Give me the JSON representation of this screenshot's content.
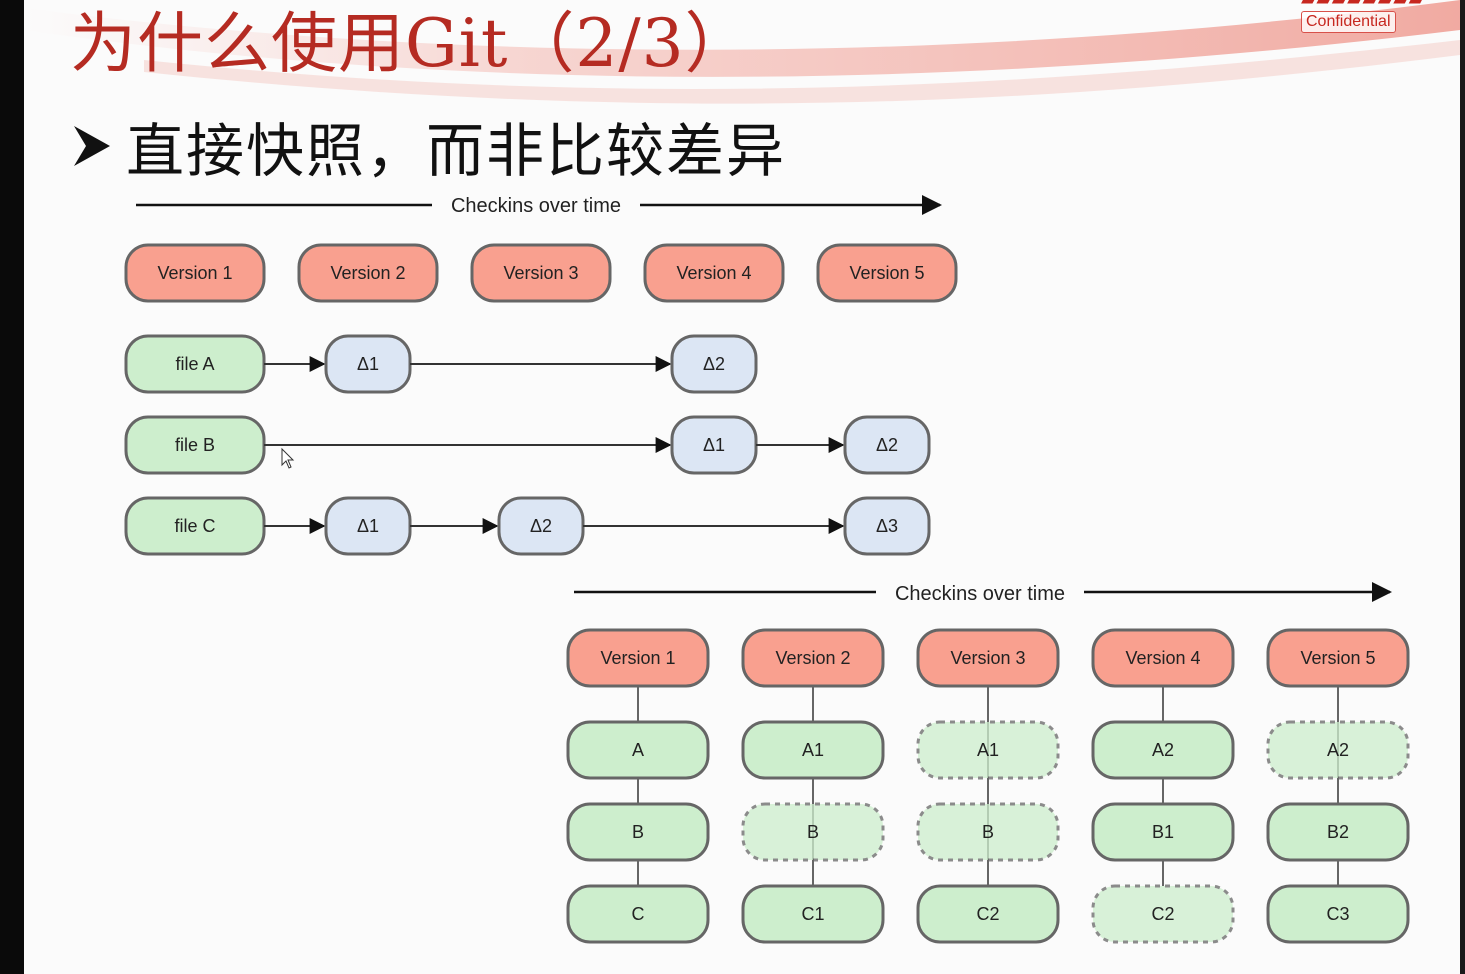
{
  "slide": {
    "title": "为什么使用Git（2/3）",
    "bullet": "直接快照，而非比较差异",
    "confidential_label": "Confidential",
    "accent_color": "#b52b22"
  },
  "delta_diagram": {
    "timeline_label": "Checkins over time",
    "versions": [
      "Version 1",
      "Version 2",
      "Version 3",
      "Version 4",
      "Version 5"
    ],
    "rows": [
      {
        "file": "file A",
        "cells": [
          null,
          "Δ1",
          null,
          "Δ2",
          null
        ]
      },
      {
        "file": "file B",
        "cells": [
          null,
          null,
          null,
          "Δ1",
          "Δ2"
        ]
      },
      {
        "file": "file C",
        "cells": [
          null,
          "Δ1",
          "Δ2",
          null,
          "Δ3"
        ]
      }
    ]
  },
  "snapshot_diagram": {
    "timeline_label": "Checkins over time",
    "versions": [
      "Version 1",
      "Version 2",
      "Version 3",
      "Version 4",
      "Version 5"
    ],
    "columns": [
      [
        {
          "label": "A",
          "changed": true
        },
        {
          "label": "B",
          "changed": true
        },
        {
          "label": "C",
          "changed": true
        }
      ],
      [
        {
          "label": "A1",
          "changed": true
        },
        {
          "label": "B",
          "changed": false
        },
        {
          "label": "C1",
          "changed": true
        }
      ],
      [
        {
          "label": "A1",
          "changed": false
        },
        {
          "label": "B",
          "changed": false
        },
        {
          "label": "C2",
          "changed": true
        }
      ],
      [
        {
          "label": "A2",
          "changed": true
        },
        {
          "label": "B1",
          "changed": true
        },
        {
          "label": "C2",
          "changed": false
        }
      ],
      [
        {
          "label": "A2",
          "changed": false
        },
        {
          "label": "B2",
          "changed": true
        },
        {
          "label": "C3",
          "changed": true
        }
      ]
    ]
  },
  "colors": {
    "version_fill": "#f9a08f",
    "file_fill": "#cdeecd",
    "delta_fill": "#dce6f4",
    "stroke": "#666666"
  }
}
